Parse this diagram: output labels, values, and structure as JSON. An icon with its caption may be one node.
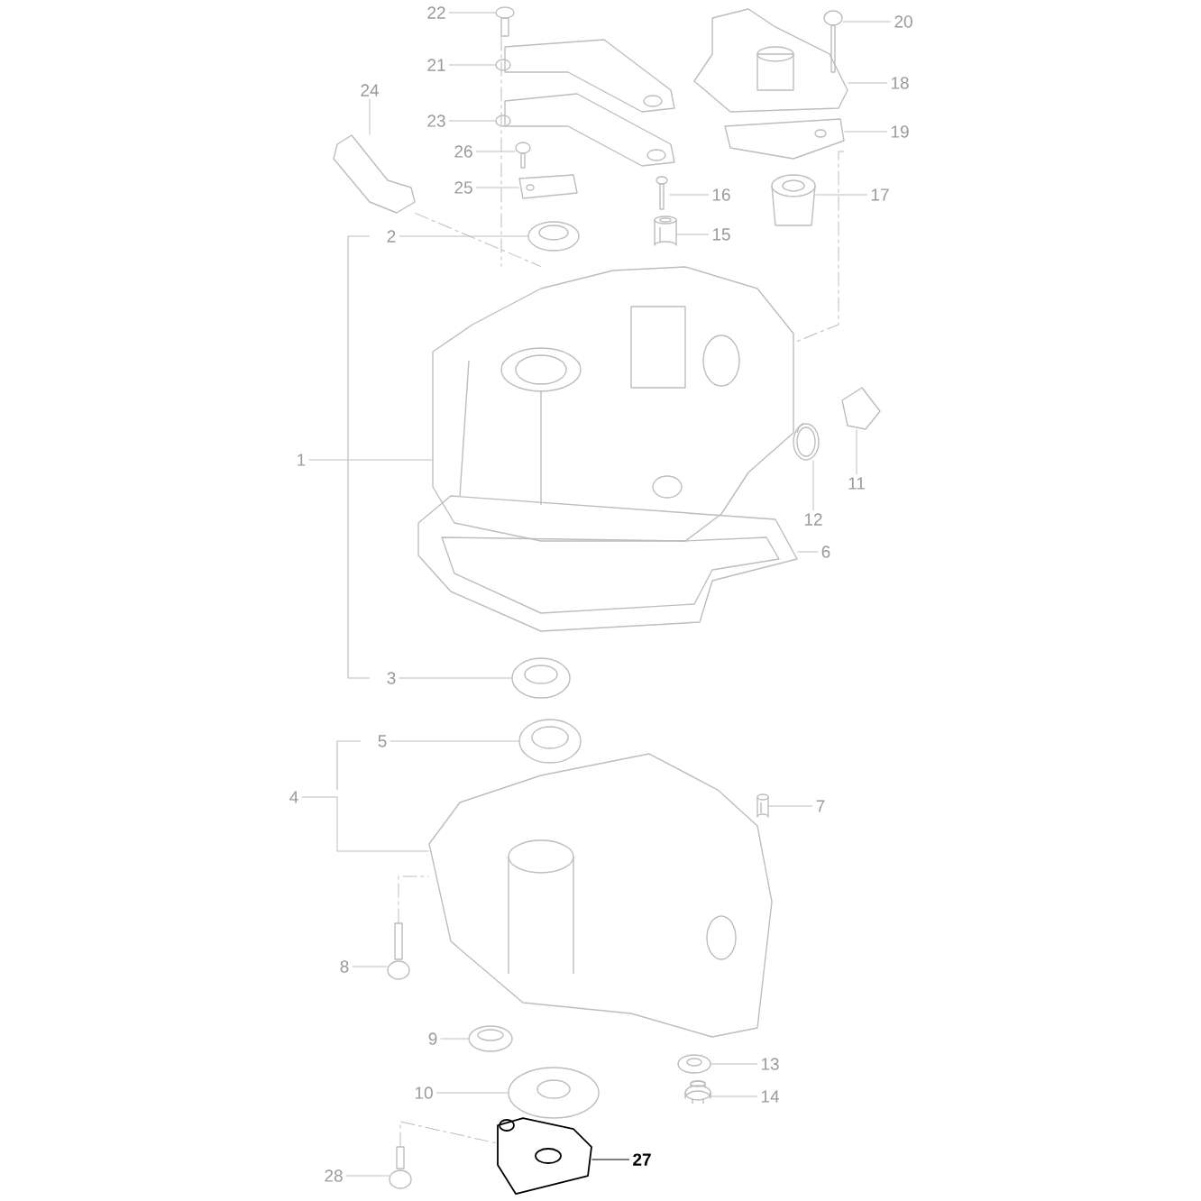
{
  "diagram": {
    "nodes": [
      {
        "text": [
          "22"
        ]
      },
      {
        "text": [
          "20"
        ]
      },
      {
        "text": [
          "21"
        ]
      },
      {
        "text": [
          "18"
        ]
      },
      {
        "text": [
          "24"
        ]
      },
      {
        "text": [
          "23"
        ]
      },
      {
        "text": [
          "19"
        ]
      },
      {
        "text": [
          "26"
        ]
      },
      {
        "text": [
          "25"
        ]
      },
      {
        "text": [
          "16"
        ]
      },
      {
        "text": [
          "17"
        ]
      },
      {
        "text": [
          "15"
        ]
      },
      {
        "text": [
          "2"
        ]
      },
      {
        "text": [
          "1"
        ]
      },
      {
        "text": [
          "11"
        ]
      },
      {
        "text": [
          "12"
        ]
      },
      {
        "text": [
          "6"
        ]
      },
      {
        "text": [
          "3"
        ]
      },
      {
        "text": [
          "5"
        ]
      },
      {
        "text": [
          "4"
        ]
      },
      {
        "text": [
          "7"
        ]
      },
      {
        "text": [
          "8"
        ]
      },
      {
        "text": [
          "9"
        ]
      },
      {
        "text": [
          "13"
        ]
      },
      {
        "text": [
          "10"
        ]
      },
      {
        "text": [
          "14"
        ]
      },
      {
        "text": [
          "27"
        ]
      },
      {
        "text": [
          "28"
        ]
      },
      {
        "text": [],
        "shape": "picture"
      },
      {
        "text": [],
        "shape": "picture"
      },
      {
        "text": [],
        "shape": "picture"
      },
      {
        "text": [],
        "shape": "picture"
      },
      {
        "text": [],
        "shape": "picture"
      },
      {
        "text": [],
        "shape": "picture"
      },
      {
        "text": [],
        "shape": "picture"
      },
      {
        "text": [],
        "shape": "picture"
      },
      {
        "text": [],
        "shape": "picture"
      },
      {
        "text": [],
        "shape": "picture"
      },
      {
        "text": [],
        "shape": "picture"
      },
      {
        "text": [],
        "shape": "picture"
      },
      {
        "text": [],
        "shape": "picture"
      },
      {
        "text": [],
        "shape": "picture"
      },
      {
        "text": [],
        "shape": "picture"
      },
      {
        "text": [],
        "shape": "picture"
      },
      {
        "text": [],
        "shape": "picture"
      },
      {
        "text": [],
        "shape": "picture"
      },
      {
        "text": [],
        "shape": "picture"
      },
      {
        "text": [],
        "shape": "picture"
      },
      {
        "text": [],
        "shape": "picture"
      },
      {
        "text": [],
        "shape": "picture"
      },
      {
        "text": [],
        "shape": "picture"
      },
      {
        "text": [],
        "shape": "picture"
      },
      {
        "text": [],
        "shape": "picture"
      },
      {
        "text": [],
        "shape": "picture"
      },
      {
        "text": [],
        "shape": "picture"
      },
      {
        "text": [],
        "shape": "picture"
      }
    ],
    "edges": [
      {
        "from": 0,
        "to": 28,
        "arrow": "none"
      },
      {
        "from": 1,
        "to": 29,
        "arrow": "none"
      },
      {
        "from": 2,
        "to": 30,
        "arrow": "none"
      },
      {
        "from": 3,
        "to": 31,
        "arrow": "none"
      },
      {
        "from": 4,
        "to": 32,
        "arrow": "none"
      },
      {
        "from": 5,
        "to": 33,
        "arrow": "none"
      },
      {
        "from": 6,
        "to": 34,
        "arrow": "none"
      },
      {
        "from": 7,
        "to": 35,
        "arrow": "none"
      },
      {
        "from": 8,
        "to": 36,
        "arrow": "none"
      },
      {
        "from": 9,
        "to": 37,
        "arrow": "none"
      },
      {
        "from": 10,
        "to": 38,
        "arrow": "none"
      },
      {
        "from": 11,
        "to": 39,
        "arrow": "none"
      },
      {
        "from": 12,
        "to": 40,
        "arrow": "none"
      },
      {
        "from": 13,
        "to": 41,
        "arrow": "none"
      },
      {
        "from": 14,
        "to": 42,
        "arrow": "none"
      },
      {
        "from": 15,
        "to": 43,
        "arrow": "none"
      },
      {
        "from": 16,
        "to": 44,
        "arrow": "none"
      },
      {
        "from": 17,
        "to": 45,
        "arrow": "none"
      },
      {
        "from": 18,
        "to": 46,
        "arrow": "none"
      },
      {
        "from": 19,
        "to": 47,
        "arrow": "none"
      },
      {
        "from": 20,
        "to": 48,
        "arrow": "none"
      },
      {
        "from": 21,
        "to": 49,
        "arrow": "none"
      },
      {
        "from": 22,
        "to": 50,
        "arrow": "none"
      },
      {
        "from": 23,
        "to": 51,
        "arrow": "none"
      },
      {
        "from": 24,
        "to": 52,
        "arrow": "none"
      },
      {
        "from": 25,
        "to": 53,
        "arrow": "none"
      },
      {
        "from": 26,
        "to": 54,
        "arrow": "none",
        "color": "#000000"
      },
      {
        "from": 27,
        "to": 55,
        "arrow": "none"
      },
      {
        "from": 28,
        "to": 41,
        "arrow": "none",
        "style": "dashed"
      },
      {
        "from": 32,
        "to": 41,
        "arrow": "none",
        "style": "dashed"
      },
      {
        "from": 34,
        "to": 41,
        "arrow": "none",
        "style": "dashed"
      },
      {
        "from": 49,
        "to": 47,
        "arrow": "none",
        "style": "dashed"
      },
      {
        "from": 55,
        "to": 54,
        "arrow": "none",
        "style": "dashed"
      }
    ]
  }
}
